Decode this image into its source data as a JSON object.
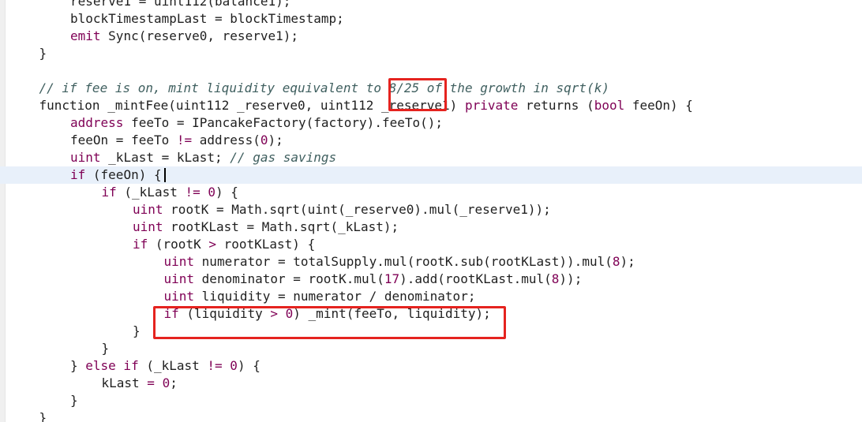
{
  "lines": [
    {
      "indent": 2,
      "segments": [
        {
          "t": "reserve1 = uint112(balance1);",
          "c": ""
        }
      ]
    },
    {
      "indent": 2,
      "segments": [
        {
          "t": "blockTimestampLast = blockTimestamp;",
          "c": ""
        }
      ]
    },
    {
      "indent": 2,
      "segments": [
        {
          "t": "emit ",
          "c": "kw"
        },
        {
          "t": "Sync(reserve0, reserve1);",
          "c": ""
        }
      ]
    },
    {
      "indent": 1,
      "segments": [
        {
          "t": "}",
          "c": ""
        }
      ]
    },
    {
      "indent": 0,
      "segments": []
    },
    {
      "indent": 1,
      "segments": [
        {
          "t": "// if fee is on, mint liquidity equivalent to 8/25 of the growth in sqrt(k)",
          "c": "cm"
        }
      ]
    },
    {
      "indent": 1,
      "segments": [
        {
          "t": "function _mintFee(uint112 _reserve0, uint112 _reserve1) ",
          "c": ""
        },
        {
          "t": "private ",
          "c": "kw"
        },
        {
          "t": "returns (",
          "c": ""
        },
        {
          "t": "bool ",
          "c": "type"
        },
        {
          "t": "feeOn) {",
          "c": ""
        }
      ]
    },
    {
      "indent": 2,
      "segments": [
        {
          "t": "address ",
          "c": "type"
        },
        {
          "t": "feeTo = IPancakeFactory(factory).feeTo();",
          "c": ""
        }
      ]
    },
    {
      "indent": 2,
      "segments": [
        {
          "t": "feeOn = feeTo ",
          "c": ""
        },
        {
          "t": "!= ",
          "c": "op"
        },
        {
          "t": "address(",
          "c": ""
        },
        {
          "t": "0",
          "c": "num"
        },
        {
          "t": ");",
          "c": ""
        }
      ]
    },
    {
      "indent": 2,
      "segments": [
        {
          "t": "uint ",
          "c": "type"
        },
        {
          "t": "_kLast = kLast; ",
          "c": ""
        },
        {
          "t": "// gas savings",
          "c": "cm"
        }
      ]
    },
    {
      "indent": 2,
      "segments": [
        {
          "t": "if ",
          "c": "kw"
        },
        {
          "t": "(feeOn) {",
          "c": ""
        }
      ]
    },
    {
      "indent": 3,
      "segments": [
        {
          "t": "if ",
          "c": "kw"
        },
        {
          "t": "(_kLast ",
          "c": ""
        },
        {
          "t": "!= ",
          "c": "op"
        },
        {
          "t": "0",
          "c": "num"
        },
        {
          "t": ") {",
          "c": ""
        }
      ]
    },
    {
      "indent": 4,
      "segments": [
        {
          "t": "uint ",
          "c": "type"
        },
        {
          "t": "rootK = Math.sqrt(uint(_reserve0).mul(_reserve1));",
          "c": ""
        }
      ]
    },
    {
      "indent": 4,
      "segments": [
        {
          "t": "uint ",
          "c": "type"
        },
        {
          "t": "rootKLast = Math.sqrt(_kLast);",
          "c": ""
        }
      ]
    },
    {
      "indent": 4,
      "segments": [
        {
          "t": "if ",
          "c": "kw"
        },
        {
          "t": "(rootK ",
          "c": ""
        },
        {
          "t": "> ",
          "c": "op"
        },
        {
          "t": "rootKLast) {",
          "c": ""
        }
      ]
    },
    {
      "indent": 5,
      "segments": [
        {
          "t": "uint ",
          "c": "type"
        },
        {
          "t": "numerator = totalSupply.mul(rootK.sub(rootKLast)).mul(",
          "c": ""
        },
        {
          "t": "8",
          "c": "num"
        },
        {
          "t": ");",
          "c": ""
        }
      ]
    },
    {
      "indent": 5,
      "segments": [
        {
          "t": "uint ",
          "c": "type"
        },
        {
          "t": "denominator = rootK.mul(",
          "c": ""
        },
        {
          "t": "17",
          "c": "num"
        },
        {
          "t": ").add(rootKLast.mul(",
          "c": ""
        },
        {
          "t": "8",
          "c": "num"
        },
        {
          "t": "));",
          "c": ""
        }
      ]
    },
    {
      "indent": 5,
      "segments": [
        {
          "t": "uint ",
          "c": "type"
        },
        {
          "t": "liquidity = numerator / denominator;",
          "c": ""
        }
      ]
    },
    {
      "indent": 5,
      "segments": [
        {
          "t": "if ",
          "c": "kw"
        },
        {
          "t": "(liquidity ",
          "c": ""
        },
        {
          "t": "> ",
          "c": "op"
        },
        {
          "t": "0",
          "c": "num"
        },
        {
          "t": ") _mint(feeTo, liquidity);",
          "c": ""
        }
      ]
    },
    {
      "indent": 4,
      "segments": [
        {
          "t": "}",
          "c": ""
        }
      ]
    },
    {
      "indent": 3,
      "segments": [
        {
          "t": "}",
          "c": ""
        }
      ]
    },
    {
      "indent": 2,
      "segments": [
        {
          "t": "} ",
          "c": ""
        },
        {
          "t": "else if ",
          "c": "kw"
        },
        {
          "t": "(_kLast ",
          "c": ""
        },
        {
          "t": "!= ",
          "c": "op"
        },
        {
          "t": "0",
          "c": "num"
        },
        {
          "t": ") {",
          "c": ""
        }
      ]
    },
    {
      "indent": 3,
      "segments": [
        {
          "t": "kLast ",
          "c": ""
        },
        {
          "t": "= ",
          "c": "op"
        },
        {
          "t": "0",
          "c": "num"
        },
        {
          "t": ";",
          "c": ""
        }
      ]
    },
    {
      "indent": 2,
      "segments": [
        {
          "t": "}",
          "c": ""
        }
      ]
    },
    {
      "indent": 1,
      "segments": [
        {
          "t": "}",
          "c": ""
        }
      ]
    }
  ],
  "current_line": 10,
  "highlights": [
    {
      "label": "8/25"
    },
    {
      "label": "if (liquidity > 0) _mint(feeTo, liquidity);"
    }
  ],
  "colors": {
    "keyword": "#7f0055",
    "comment": "#3f5f5f",
    "highlight_box": "#e5231f",
    "current_line": "#e8f0fa"
  }
}
